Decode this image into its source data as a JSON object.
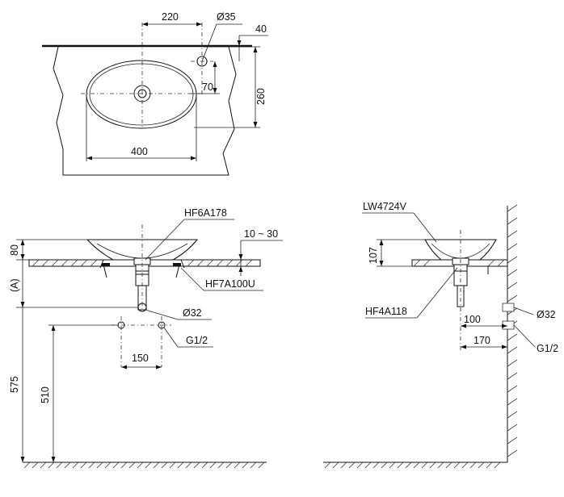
{
  "top_view": {
    "dim_220": "220",
    "dim_hole": "Ø35",
    "dim_40": "40",
    "dim_70": "70",
    "dim_260": "260",
    "dim_400": "400"
  },
  "front_view": {
    "label_hf6a178": "HF6A178",
    "label_hf7a100u": "HF7A100U",
    "dim_80": "80",
    "dim_10_30": "10 ~ 30",
    "dim_a": "(A)",
    "dim_32": "Ø32",
    "dim_g12": "G1/2",
    "dim_150": "150",
    "dim_575": "575",
    "dim_510": "510"
  },
  "side_view": {
    "label_lw4724v": "LW4724V",
    "label_hf4a118": "HF4A118",
    "dim_107": "107",
    "dim_100": "100",
    "dim_170": "170",
    "dim_32": "Ø32",
    "dim_g12": "G1/2"
  },
  "colors": {
    "line": "#111111",
    "background": "#ffffff"
  }
}
